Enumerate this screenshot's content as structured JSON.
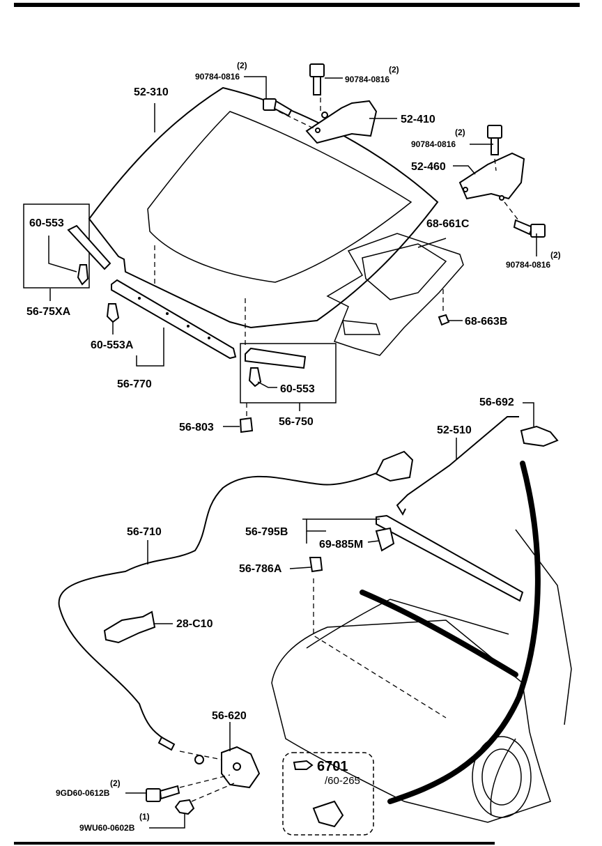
{
  "labels": {
    "hood": "52-310",
    "bolt_top_left_qty": "(2)",
    "bolt_top_left": "90784-0816",
    "bolt_top_mid_qty": "(2)",
    "bolt_top_mid": "90784-0816",
    "hinge_right": "52-410",
    "bolt_right_qty": "(2)",
    "bolt_right": "90784-0816",
    "hinge_left": "52-460",
    "bolt_lower_right_qty": "(2)",
    "bolt_lower_right": "90784-0816",
    "insulator": "68-661C",
    "clip_insulator": "68-663B",
    "clip_left_box": "60-553",
    "seal_left_group": "56-75XA",
    "clip_a": "60-553A",
    "seal_front": "56-770",
    "clip_right_box": "60-553",
    "seal_right_group": "56-750",
    "bumper": "56-803",
    "hose_clip": "56-692",
    "support_rod": "52-510",
    "release_cable": "56-710",
    "rod_holder": "56-795B",
    "rod_clip": "69-885M",
    "stopper": "56-786A",
    "cable_clamp": "28-C10",
    "hood_latch": "56-620",
    "bolt_latch_qty": "(2)",
    "bolt_latch": "9GD60-0612B",
    "nut_latch_qty": "(1)",
    "nut_latch": "9WU60-0602B",
    "callout_code": "6701",
    "callout_sub": "/60-265"
  },
  "icons": [
    "hand-pointer-icon"
  ]
}
